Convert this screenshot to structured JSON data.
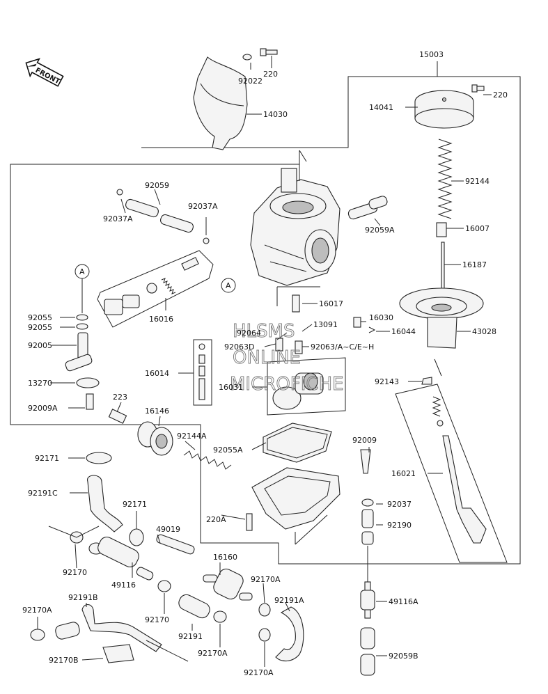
{
  "front_label": "FRONT",
  "watermark": [
    "HLSMS",
    "ONLINE",
    "MICROFICHE"
  ],
  "callouts": [
    "A",
    "A"
  ],
  "labels": [
    "15003",
    "220",
    "92022",
    "14030",
    "14041",
    "220",
    "92144",
    "16007",
    "16187",
    "43028",
    "16030",
    "16044",
    "92059",
    "92037A",
    "92037A",
    "92059A",
    "16016",
    "92055",
    "92055",
    "92005",
    "13270",
    "92009A",
    "223",
    "16146",
    "92144A",
    "92055A",
    "92009",
    "92143",
    "16021",
    "92171",
    "92191C",
    "92171",
    "49019",
    "220A",
    "92037",
    "92190",
    "92170",
    "49116",
    "16160",
    "92170A",
    "92170",
    "92191",
    "92170A",
    "92191A",
    "49116A",
    "92170A",
    "92191B",
    "92170B",
    "92170A",
    "92059B",
    "16017",
    "92064",
    "13091",
    "92063D",
    "92063/A~C/E~H",
    "16014",
    "16031"
  ]
}
